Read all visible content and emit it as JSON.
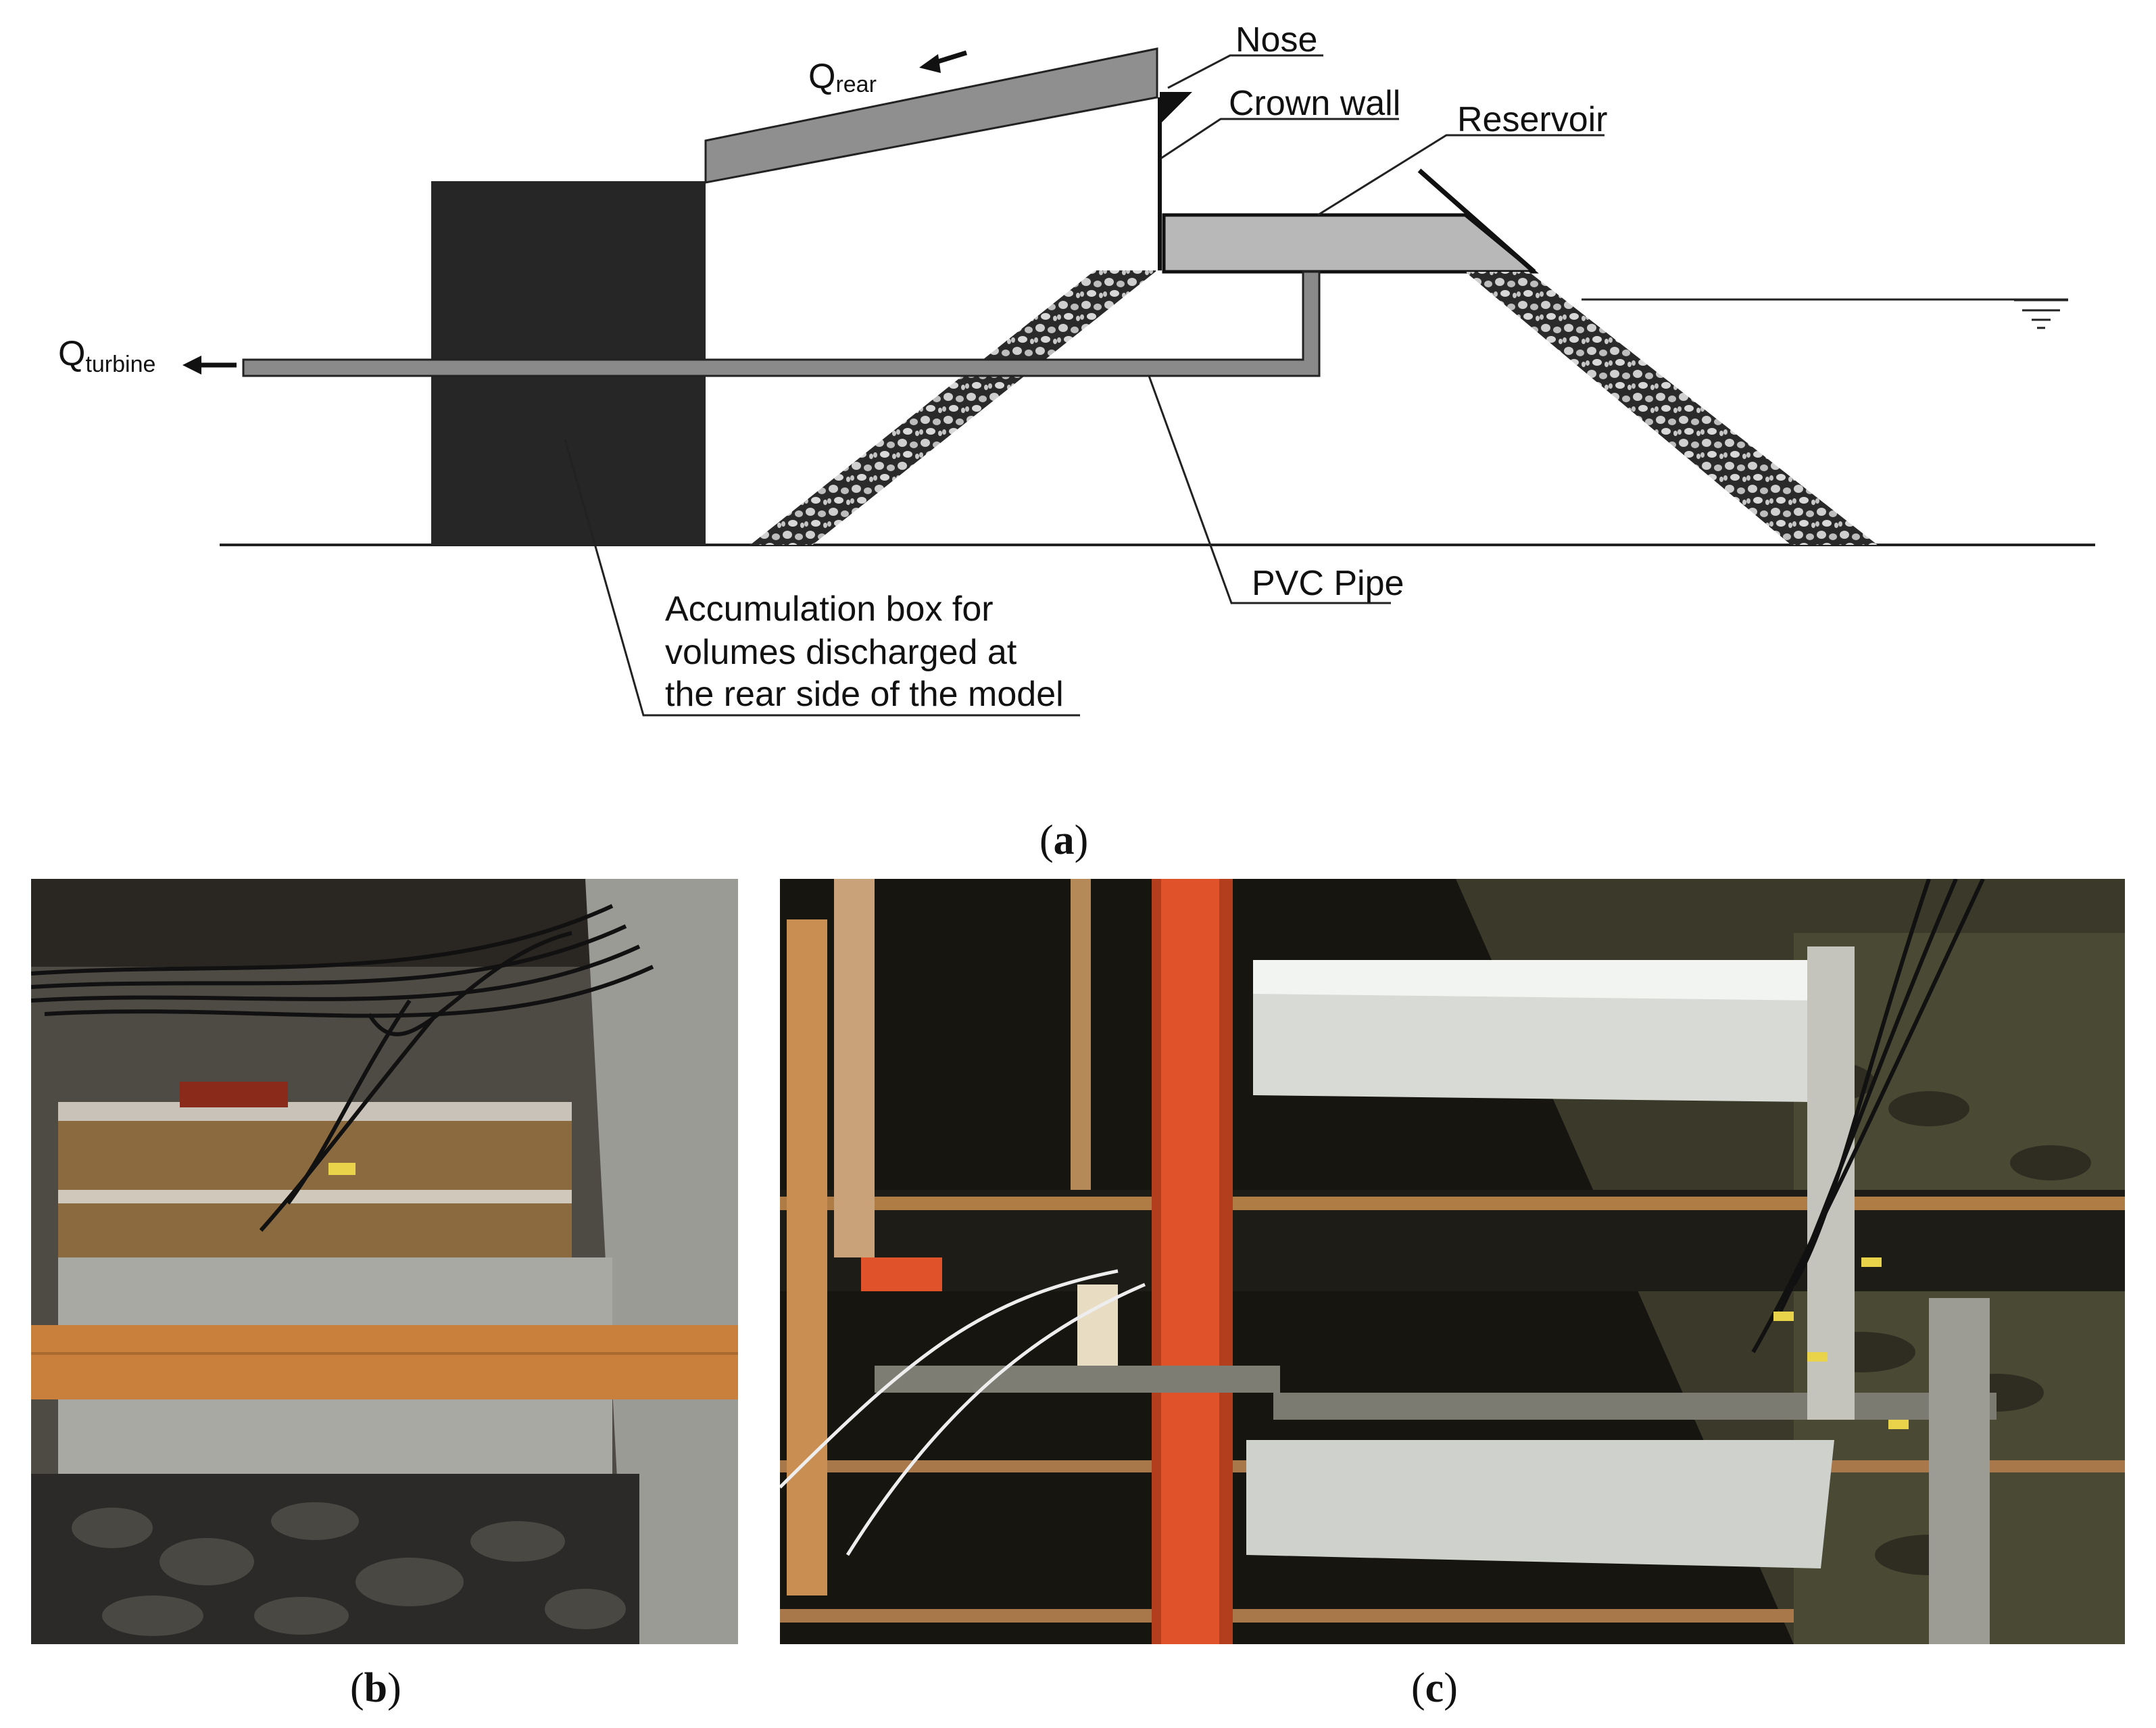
{
  "diagram": {
    "labels": {
      "q_rear": "Q",
      "q_rear_sub": "rear",
      "q_turbine": "Q",
      "q_turbine_sub": "turbine",
      "nose": "Nose",
      "crown_wall": "Crown wall",
      "reservoir": "Reservoir",
      "pvc_pipe": "PVC Pipe",
      "accumulation_line1": "Accumulation box for",
      "accumulation_line2": "volumes discharged at",
      "accumulation_line3": "the rear side of the model"
    }
  },
  "captions": {
    "a": "a",
    "b": "b",
    "c": "c"
  },
  "photos": {
    "b_description_icon": "photo-b-icon",
    "c_description_icon": "photo-c-icon"
  }
}
